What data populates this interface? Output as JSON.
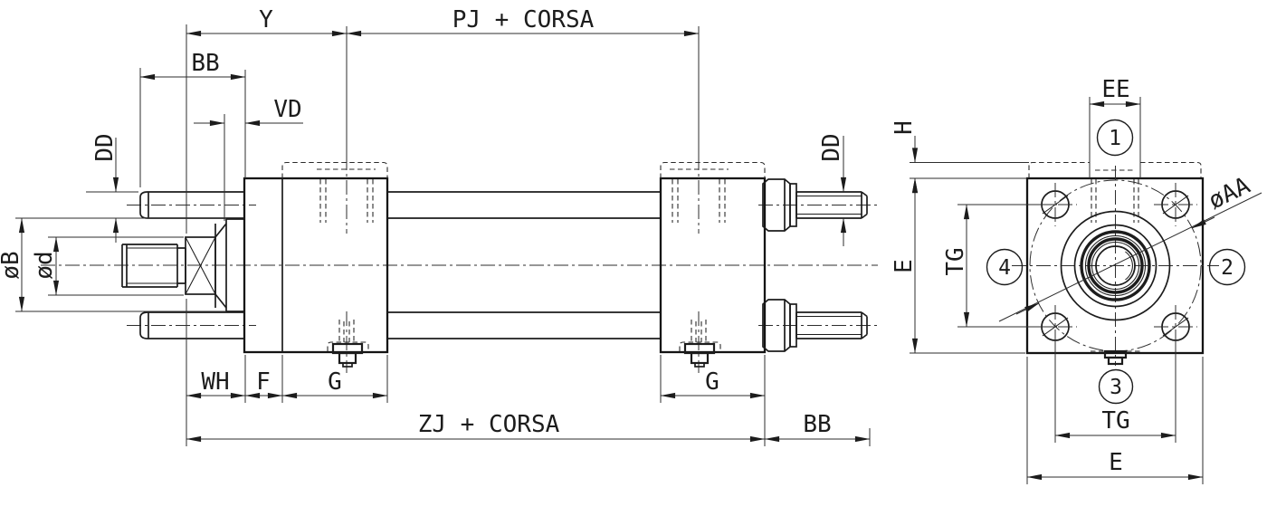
{
  "drawing": {
    "kind": "tie-rod cylinder dimensional drawing",
    "colors": {
      "line": "#1c1c1c",
      "background": "#ffffff"
    },
    "side_view": {
      "dim_labels": {
        "y": "Y",
        "pj_corsa": "PJ + CORSA",
        "bb_top": "BB",
        "vd": "VD",
        "dd_left": "DD",
        "diameter_b": "øB",
        "diameter_d": "ød",
        "wh": "WH",
        "f": "F",
        "g_front": "G",
        "zj_corsa": "ZJ + CORSA",
        "g_rear": "G",
        "bb_bottom": "BB",
        "dd_right": "DD"
      }
    },
    "end_view": {
      "dim_labels": {
        "ee": "EE",
        "h": "H",
        "e_left": "E",
        "tg_left": "TG",
        "diameter_aa": "øAA",
        "tg_bottom": "TG",
        "e_bottom": "E"
      },
      "port_callouts": {
        "port_1": "1",
        "port_2": "2",
        "port_3": "3",
        "port_4": "4"
      }
    }
  }
}
